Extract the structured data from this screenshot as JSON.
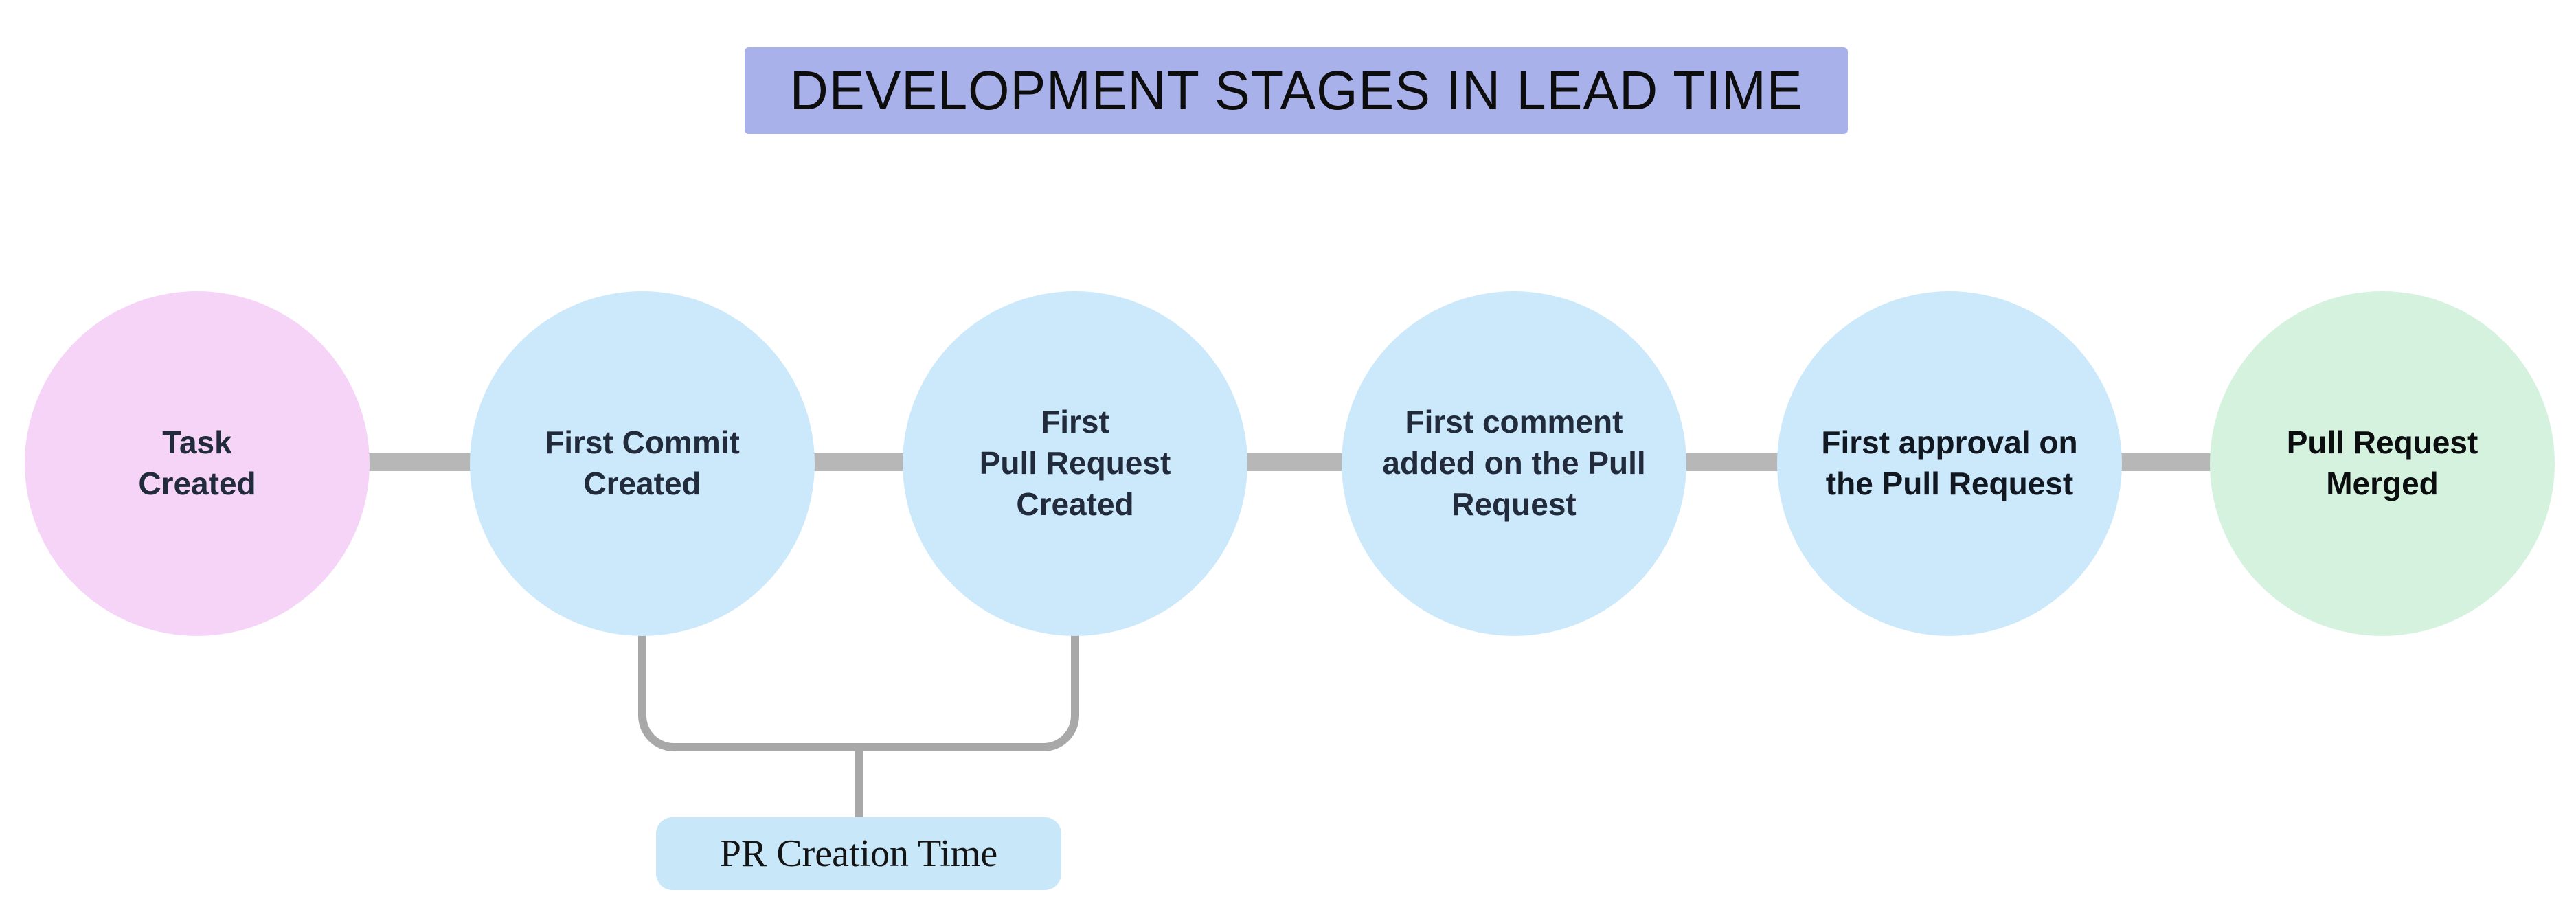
{
  "title": {
    "text": "DEVELOPMENT STAGES IN LEAD TIME",
    "bg_color": "#a9b1ea",
    "text_color": "#0d0d0d"
  },
  "stages": [
    {
      "id": "task-created",
      "label": "Task\nCreated",
      "fill_color": "#f5d4f7",
      "text_color": "#212b3b"
    },
    {
      "id": "first-commit-created",
      "label": "First Commit\nCreated",
      "fill_color": "#cce9fb",
      "text_color": "#212b3b"
    },
    {
      "id": "first-pull-request-created",
      "label": "First\nPull Request\nCreated",
      "fill_color": "#cce9fb",
      "text_color": "#212b3b"
    },
    {
      "id": "first-comment-added",
      "label": "First comment\nadded on the Pull\nRequest",
      "fill_color": "#cce9fb",
      "text_color": "#212b3b"
    },
    {
      "id": "first-approval",
      "label": "First approval on\nthe Pull Request",
      "fill_color": "#cce9fb",
      "text_color": "#121821"
    },
    {
      "id": "pull-request-merged",
      "label": "Pull Request\nMerged",
      "fill_color": "#d4f2dd",
      "text_color": "#0b0d0f"
    }
  ],
  "connector": {
    "color": "#b7b7b7"
  },
  "bracket": {
    "color": "#a8a8a8"
  },
  "annotation": {
    "label": "PR Creation Time",
    "bg_color": "#c8e8fa",
    "text_color": "#141414"
  }
}
